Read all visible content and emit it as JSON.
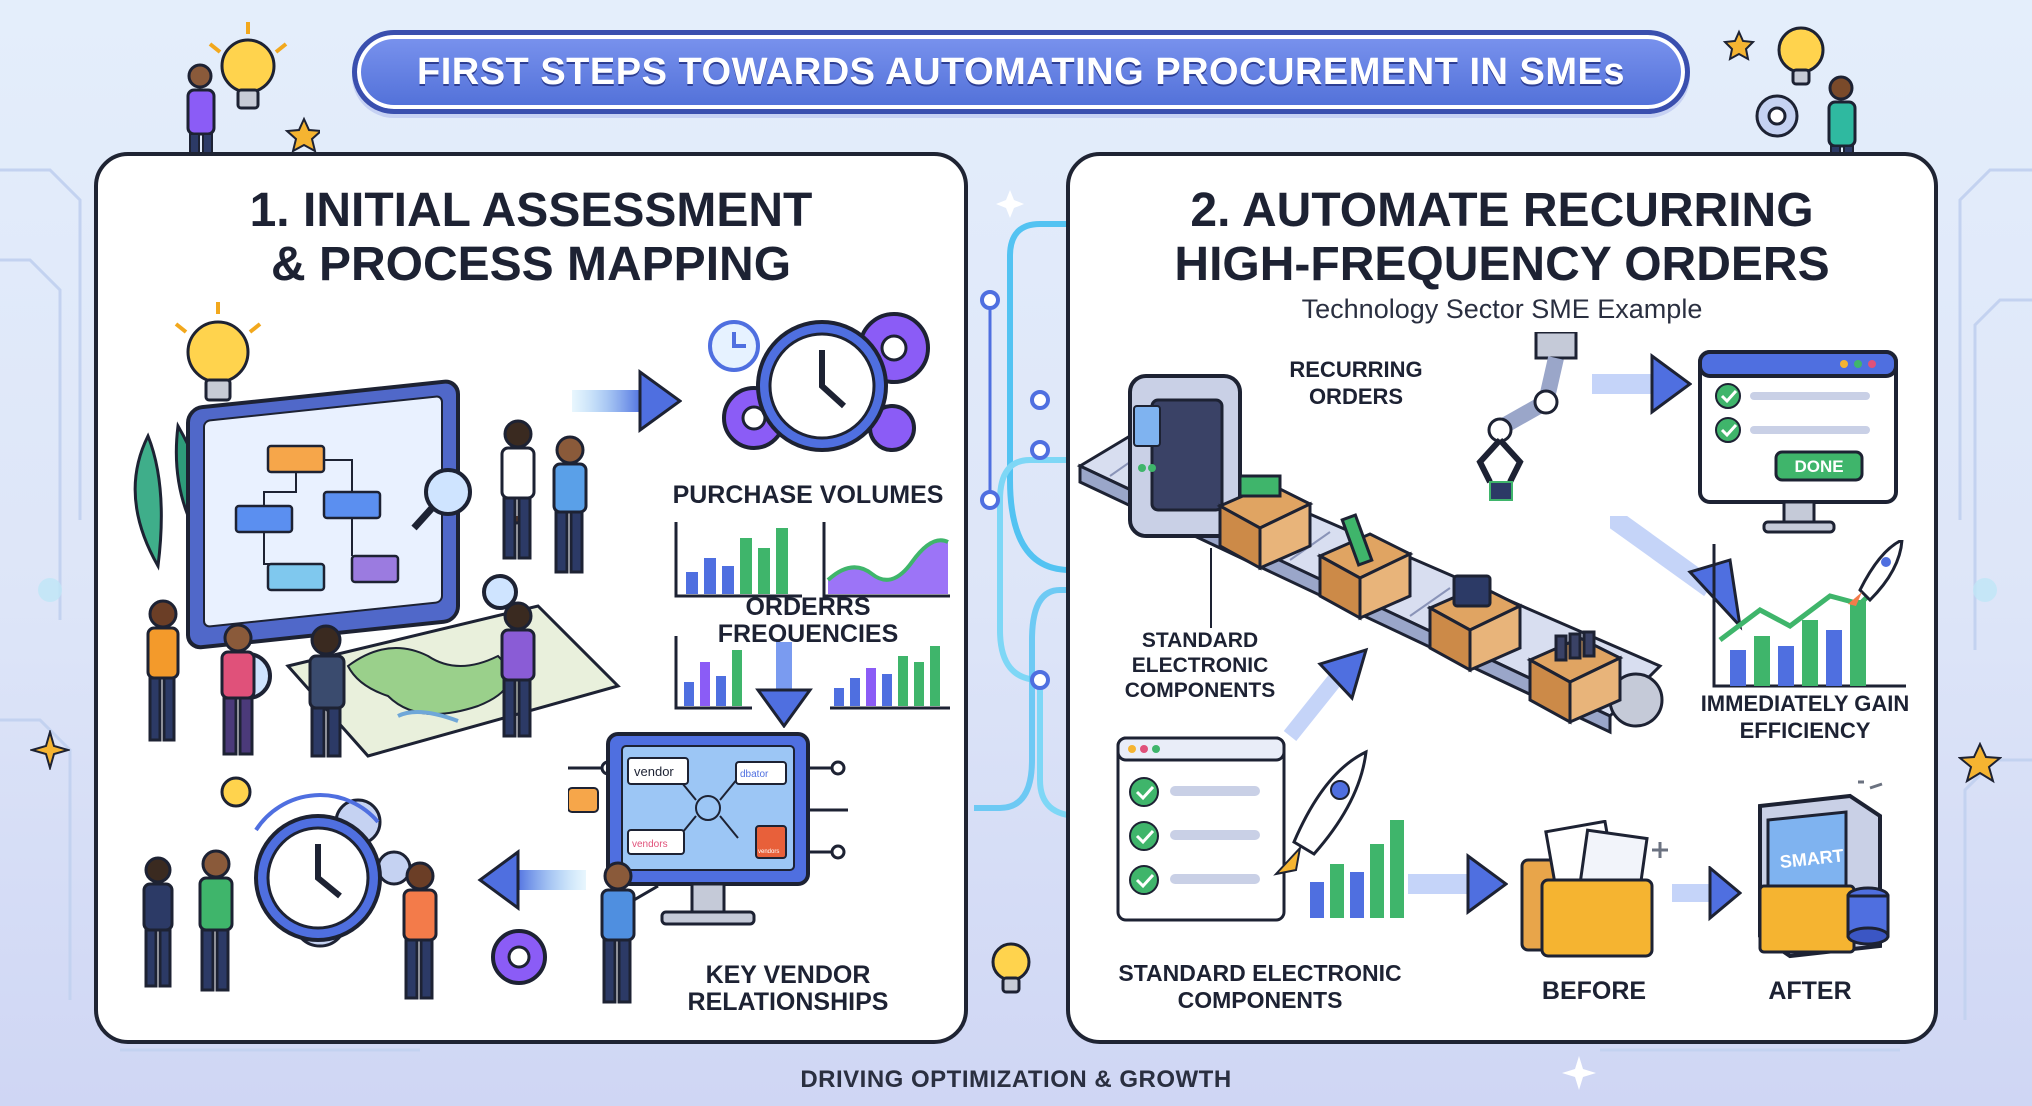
{
  "title": "FIRST STEPS TOWARDS AUTOMATING PROCUREMENT IN SMEs",
  "panel1": {
    "title_line1": "1. INITIAL ASSESSMENT",
    "title_line2": "& PROCESS MAPPING",
    "labels": {
      "purchase_volumes": "PURCHASE VOLUMES",
      "order_frequencies": "ORDERRS FREQUENCIES",
      "key_vendor_line1": "KEY VENDOR",
      "key_vendor_line2": "RELATIONSHIPS"
    },
    "vendor_cards": {
      "vendor_a": "vendor",
      "vendor_b": "dbator",
      "vendor_c": "vendors",
      "vendor_d": "vendors"
    }
  },
  "panel2": {
    "title_line1": "2. AUTOMATE RECURRING",
    "title_line2": "HIGH-FREQUENCY ORDERS",
    "subtitle": "Technology Sector SME Example",
    "labels": {
      "recurring_line1": "RECURRING",
      "recurring_line2": "ORDERS",
      "std_components_line1": "STANDARD",
      "std_components_line2": "ELECTRONIC",
      "std_components_line3": "COMPONENTS",
      "gain_line1": "IMMEDIATELY GAIN",
      "gain_line2": "EFFICIENCY",
      "std_components_bottom_line1": "STANDARD ELECTRONIC",
      "std_components_bottom_line2": "COMPONENTS",
      "before": "BEFORE",
      "after": "AFTER",
      "done_button": "DONE",
      "smart_cabinet": "SMART"
    }
  },
  "footer": "DRIVING OPTIMIZATION & GROWTH",
  "colors": {
    "accent_blue": "#4f6fe0",
    "accent_purple": "#7a5cd6",
    "accent_green": "#3fb56b",
    "accent_teal": "#3ec6d6",
    "ink": "#1d2233"
  }
}
